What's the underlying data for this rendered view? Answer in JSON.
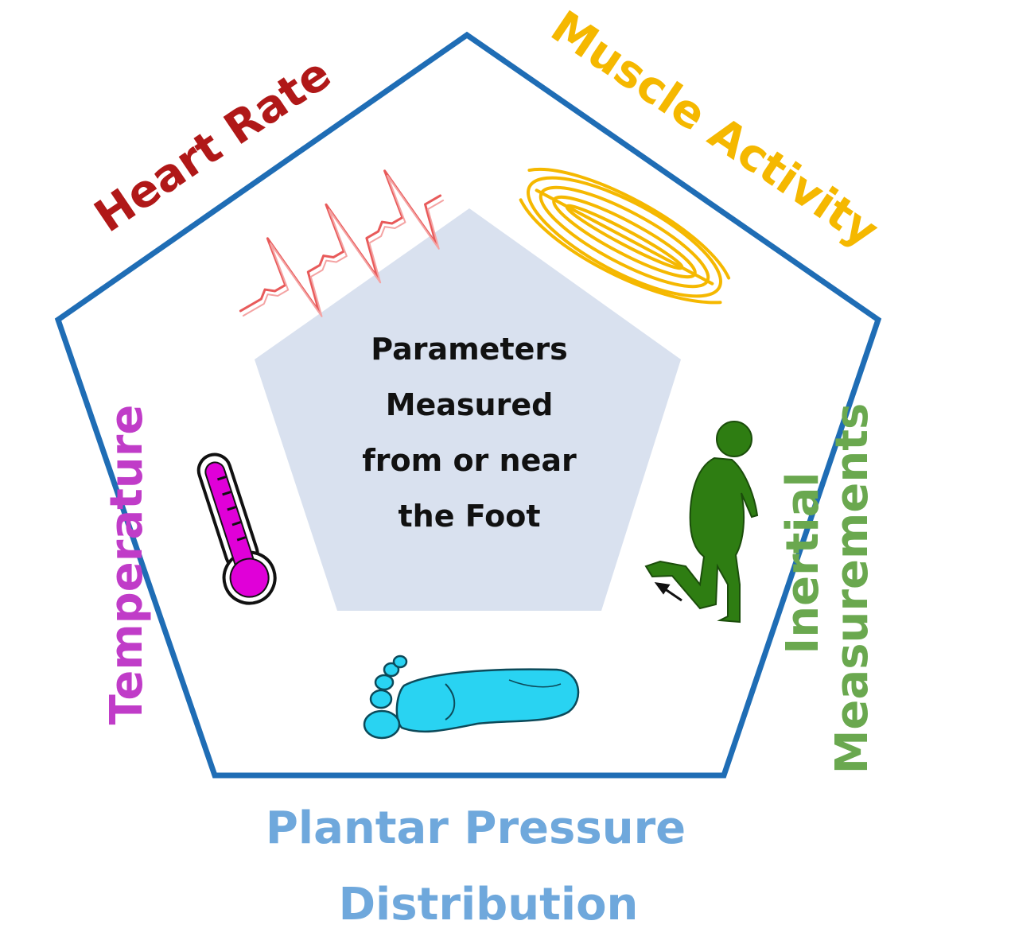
{
  "center": {
    "lines": [
      "Parameters",
      "Measured",
      "from or near",
      "the Foot"
    ]
  },
  "labels": {
    "heart_rate": "Heart Rate",
    "muscle_activity": "Muscle Activity",
    "temperature": "Temperature",
    "inertial_line1": "Inertial",
    "inertial_line2": "Measurements",
    "plantar_line1": "Plantar Pressure",
    "plantar_line2": "Distribution"
  },
  "colors": {
    "outline": "#1f6db5",
    "inner_fill": "#d9e1ef",
    "heart_rate": "#b01818",
    "muscle_activity": "#f5b800",
    "temperature": "#c03cc8",
    "inertial": "#6aa84f",
    "plantar": "#6fa8dc",
    "ecg": "#e85a5a",
    "thermometer": "#e000d8",
    "walker": "#2e7d12",
    "foot": "#29d3f2"
  },
  "icons": [
    "ecg-waveform-icon",
    "muscle-fibers-icon",
    "thermometer-icon",
    "walking-person-icon",
    "foot-icon"
  ]
}
